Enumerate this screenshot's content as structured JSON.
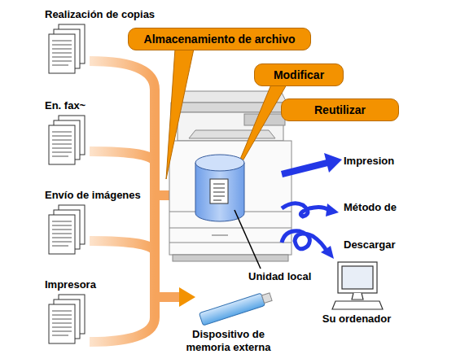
{
  "diagram": {
    "nodes": [
      {
        "text": [
          "Almacenamiento de archivo"
        ]
      },
      {
        "text": [
          "Modificar"
        ]
      },
      {
        "text": [
          "Reutilizar"
        ]
      }
    ],
    "labels": [
      "Realización de copias",
      "En. fax~",
      "Envío de imágenes",
      "Impresora",
      "Impresion",
      "Método de",
      "Descargar",
      "Unidad local",
      "Dispositivo de memoria externa",
      "Su ordenador"
    ]
  }
}
